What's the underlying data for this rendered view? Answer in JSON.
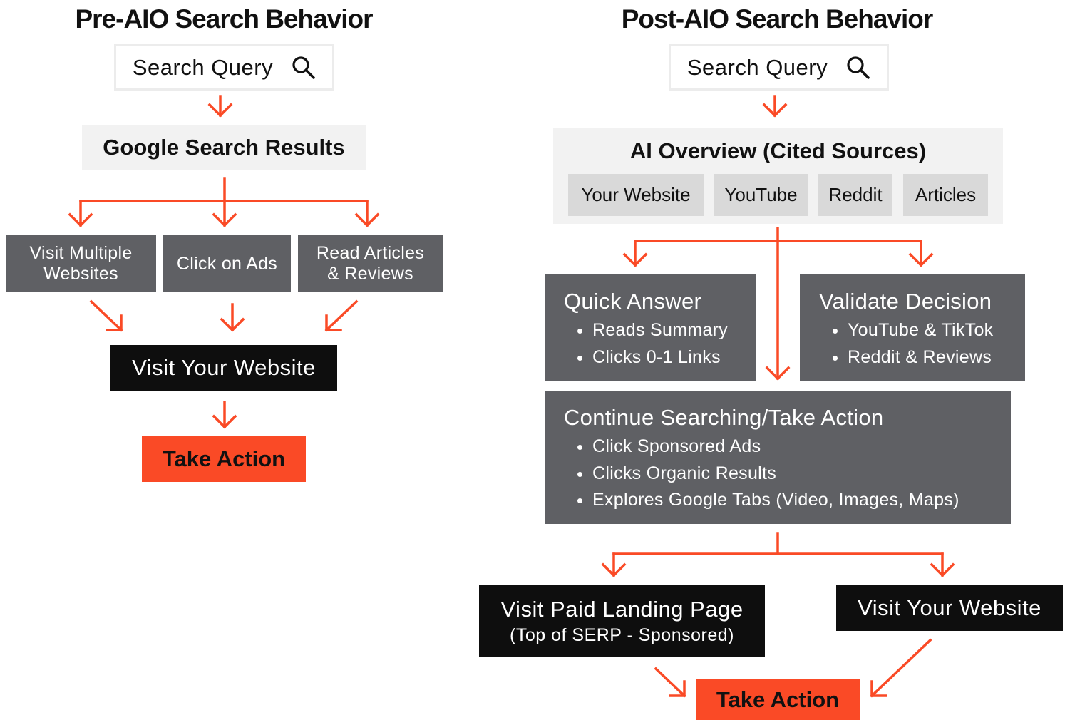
{
  "pre": {
    "title": "Pre-AIO Search Behavior",
    "query": "Search Query",
    "results": "Google Search Results",
    "options": [
      "Visit Multiple Websites",
      "Click on Ads",
      "Read Articles & Reviews"
    ],
    "visit": "Visit Your Website",
    "action": "Take Action"
  },
  "post": {
    "title": "Post-AIO Search Behavior",
    "query": "Search Query",
    "overview": {
      "title": "AI Overview (Cited Sources)",
      "sources": [
        "Your Website",
        "YouTube",
        "Reddit",
        "Articles"
      ]
    },
    "quick": {
      "title": "Quick Answer",
      "items": [
        "Reads Summary",
        "Clicks 0-1 Links"
      ]
    },
    "validate": {
      "title": "Validate Decision",
      "items": [
        "YouTube & TikTok",
        "Reddit & Reviews"
      ]
    },
    "continue": {
      "title": "Continue Searching/Take Action",
      "items": [
        "Click Sponsored Ads",
        "Clicks Organic Results",
        "Explores Google Tabs (Video, Images, Maps)"
      ]
    },
    "paid": {
      "title": "Visit Paid Landing Page",
      "sub": "(Top of SERP - Sponsored)"
    },
    "visit": "Visit Your Website",
    "action": "Take Action"
  },
  "icons": {
    "search": "search-icon"
  },
  "colors": {
    "accent": "#fa4a26",
    "gray_box": "#5f6064",
    "dark_box": "#0e0e0e",
    "light_box": "#f2f2f2",
    "chip": "#d9d9d9"
  }
}
